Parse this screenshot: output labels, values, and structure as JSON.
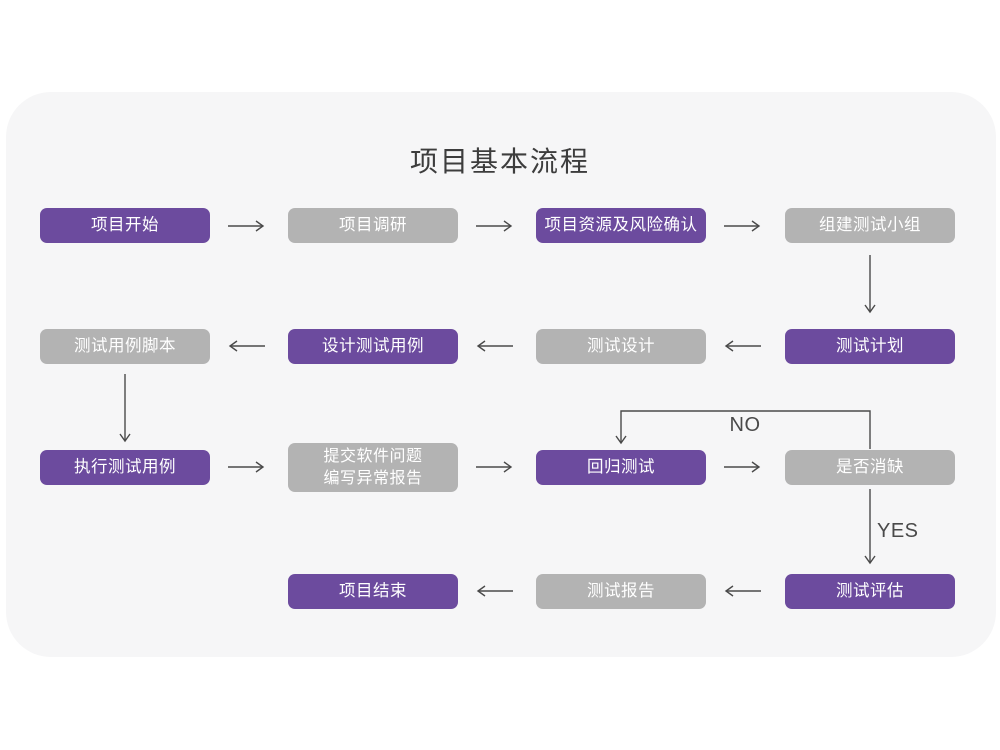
{
  "title": "项目基本流程",
  "colors": {
    "node_purple": "#6C4B9E",
    "node_gray": "#B3B3B3",
    "card_background": "#F6F6F7",
    "arrow": "#4A4A4A",
    "node_text": "#FFFFFF",
    "title_text": "#3D3D3D"
  },
  "flowchart": {
    "nodes": [
      {
        "label": "项目开始",
        "variant": "purple"
      },
      {
        "label": "项目调研",
        "variant": "gray"
      },
      {
        "label": "项目资源及风险确认",
        "variant": "purple"
      },
      {
        "label": "组建测试小组",
        "variant": "gray"
      },
      {
        "label": "测试用例脚本",
        "variant": "gray"
      },
      {
        "label": "设计测试用例",
        "variant": "purple"
      },
      {
        "label": "测试设计",
        "variant": "gray"
      },
      {
        "label": "测试计划",
        "variant": "purple"
      },
      {
        "label": "执行测试用例",
        "variant": "purple"
      },
      {
        "label": "提交软件问题\n编写异常报告",
        "variant": "gray"
      },
      {
        "label": "回归测试",
        "variant": "purple"
      },
      {
        "label": "是否消缺",
        "variant": "gray"
      },
      {
        "label": "项目结束",
        "variant": "purple"
      },
      {
        "label": "测试报告",
        "variant": "gray"
      },
      {
        "label": "测试评估",
        "variant": "purple"
      }
    ],
    "decision_labels": {
      "no": "NO",
      "yes": "YES"
    }
  }
}
